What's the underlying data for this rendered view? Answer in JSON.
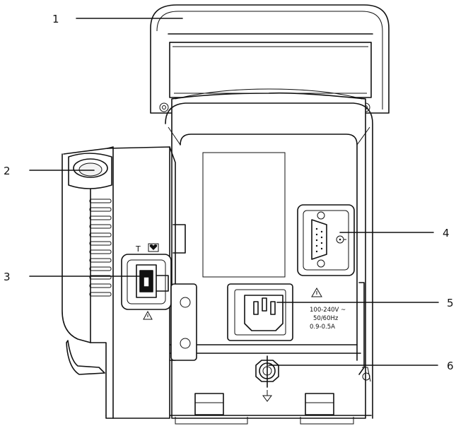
{
  "callouts": [
    {
      "number": "1",
      "target": "handle"
    },
    {
      "number": "2",
      "target": "module-release-latch"
    },
    {
      "number": "3",
      "target": "defibrillator-sync-connector"
    },
    {
      "number": "4",
      "target": "network-connector"
    },
    {
      "number": "5",
      "target": "ac-power-inlet"
    },
    {
      "number": "6",
      "target": "equipotential-grounding-terminal"
    }
  ],
  "labels": {
    "sync_symbol_t": "T",
    "power_rating_line1": "100-240V ~",
    "power_rating_line2": "50/60Hz",
    "power_rating_line3": "0.9-0.5A"
  },
  "icons": [
    "heart-icon",
    "warning-icon",
    "warning-icon",
    "network-icon",
    "ground-icon"
  ],
  "colors": {
    "line": "#111111",
    "background": "#ffffff"
  }
}
